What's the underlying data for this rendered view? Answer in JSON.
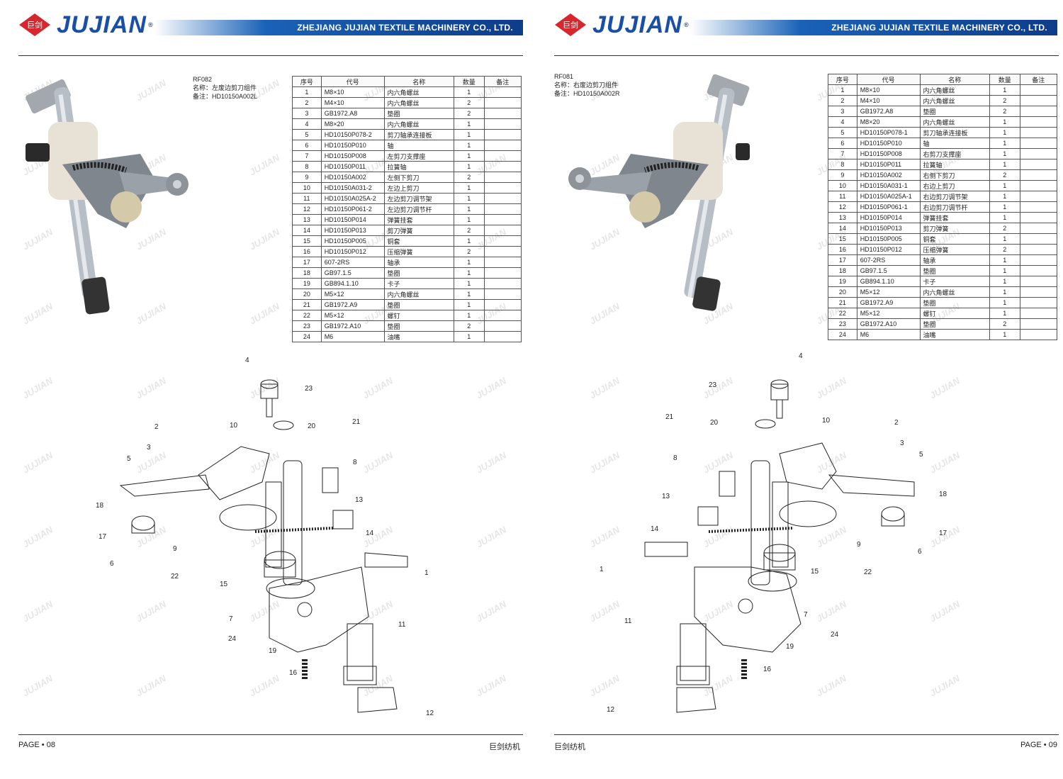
{
  "brand": {
    "logo_cn": "巨剑",
    "logo_text": "JUJIAN",
    "registered": "®",
    "company": "ZHEJIANG JUJIAN TEXTILE MACHINERY CO., LTD.",
    "red": "#d7262e",
    "blue": "#1a4fa8"
  },
  "table_headers": [
    "序号",
    "代号",
    "名称",
    "数量",
    "备注"
  ],
  "left": {
    "code": "RF082",
    "name": "名称：左废边剪刀组件",
    "note": "备注：HD10150A002L",
    "footer_page": "PAGE • 08",
    "footer_cn": "巨剑纺机",
    "rows": [
      [
        "1",
        "M8×10",
        "内六角螺丝",
        "1",
        ""
      ],
      [
        "2",
        "M4×10",
        "内六角螺丝",
        "2",
        ""
      ],
      [
        "3",
        "GB1972.A8",
        "垫圈",
        "2",
        ""
      ],
      [
        "4",
        "M8×20",
        "内六角螺丝",
        "1",
        ""
      ],
      [
        "5",
        "HD10150P078-2",
        "剪刀轴承连接板",
        "1",
        ""
      ],
      [
        "6",
        "HD10150P010",
        "轴",
        "1",
        ""
      ],
      [
        "7",
        "HD10150P008",
        "左剪刀支撑座",
        "1",
        ""
      ],
      [
        "8",
        "HD10150P011",
        "拉簧轴",
        "1",
        ""
      ],
      [
        "9",
        "HD10150A002",
        "左侧下剪刀",
        "2",
        ""
      ],
      [
        "10",
        "HD10150A031-2",
        "左边上剪刀",
        "1",
        ""
      ],
      [
        "11",
        "HD10150A025A-2",
        "左边剪刀调节架",
        "1",
        ""
      ],
      [
        "12",
        "HD10150P061-2",
        "左边剪刀调节杆",
        "1",
        ""
      ],
      [
        "13",
        "HD10150P014",
        "弹簧挂套",
        "1",
        ""
      ],
      [
        "14",
        "HD10150P013",
        "剪刀弹簧",
        "2",
        ""
      ],
      [
        "15",
        "HD10150P005",
        "铜套",
        "1",
        ""
      ],
      [
        "16",
        "HD10150P012",
        "压缩弹簧",
        "2",
        ""
      ],
      [
        "17",
        "607-2RS",
        "轴承",
        "1",
        ""
      ],
      [
        "18",
        "GB97.1.5",
        "垫圈",
        "1",
        ""
      ],
      [
        "19",
        "GB894.1.10",
        "卡子",
        "1",
        ""
      ],
      [
        "20",
        "M5×12",
        "内六角螺丝",
        "1",
        ""
      ],
      [
        "21",
        "GB1972.A9",
        "垫圈",
        "1",
        ""
      ],
      [
        "22",
        "M5×12",
        "螺钉",
        "1",
        ""
      ],
      [
        "23",
        "GB1972.A10",
        "垫圈",
        "2",
        ""
      ],
      [
        "24",
        "M6",
        "油嘴",
        "1",
        ""
      ]
    ]
  },
  "right": {
    "code": "RF081",
    "name": "名称：右废边剪刀组件",
    "note": "备注：HD10150A002R",
    "footer_page": "PAGE • 09",
    "footer_cn": "巨剑纺机",
    "rows": [
      [
        "1",
        "M8×10",
        "内六角螺丝",
        "1",
        ""
      ],
      [
        "2",
        "M4×10",
        "内六角螺丝",
        "2",
        ""
      ],
      [
        "3",
        "GB1972.A8",
        "垫圈",
        "2",
        ""
      ],
      [
        "4",
        "M8×20",
        "内六角螺丝",
        "1",
        ""
      ],
      [
        "5",
        "HD10150P078-1",
        "剪刀轴承连接板",
        "1",
        ""
      ],
      [
        "6",
        "HD10150P010",
        "轴",
        "1",
        ""
      ],
      [
        "7",
        "HD10150P008",
        "右剪刀支撑座",
        "1",
        ""
      ],
      [
        "8",
        "HD10150P011",
        "拉簧轴",
        "1",
        ""
      ],
      [
        "9",
        "HD10150A002",
        "右侧下剪刀",
        "2",
        ""
      ],
      [
        "10",
        "HD10150A031-1",
        "右边上剪刀",
        "1",
        ""
      ],
      [
        "11",
        "HD10150A025A-1",
        "右边剪刀调节架",
        "1",
        ""
      ],
      [
        "12",
        "HD10150P061-1",
        "右边剪刀调节杆",
        "1",
        ""
      ],
      [
        "13",
        "HD10150P014",
        "弹簧挂套",
        "1",
        ""
      ],
      [
        "14",
        "HD10150P013",
        "剪刀弹簧",
        "2",
        ""
      ],
      [
        "15",
        "HD10150P005",
        "铜套",
        "1",
        ""
      ],
      [
        "16",
        "HD10150P012",
        "压缩弹簧",
        "2",
        ""
      ],
      [
        "17",
        "607-2RS",
        "轴承",
        "1",
        ""
      ],
      [
        "18",
        "GB97.1.5",
        "垫圈",
        "1",
        ""
      ],
      [
        "19",
        "GB894.1.10",
        "卡子",
        "1",
        ""
      ],
      [
        "20",
        "M5×12",
        "内六角螺丝",
        "1",
        ""
      ],
      [
        "21",
        "GB1972.A9",
        "垫圈",
        "1",
        ""
      ],
      [
        "22",
        "M5×12",
        "螺钉",
        "1",
        ""
      ],
      [
        "23",
        "GB1972.A10",
        "垫圈",
        "2",
        ""
      ],
      [
        "24",
        "M6",
        "油嘴",
        "1",
        ""
      ]
    ]
  },
  "callouts": [
    "1",
    "2",
    "3",
    "4",
    "5",
    "6",
    "7",
    "8",
    "9",
    "10",
    "11",
    "12",
    "13",
    "14",
    "15",
    "16",
    "17",
    "18",
    "19",
    "20",
    "21",
    "22",
    "23",
    "24"
  ]
}
